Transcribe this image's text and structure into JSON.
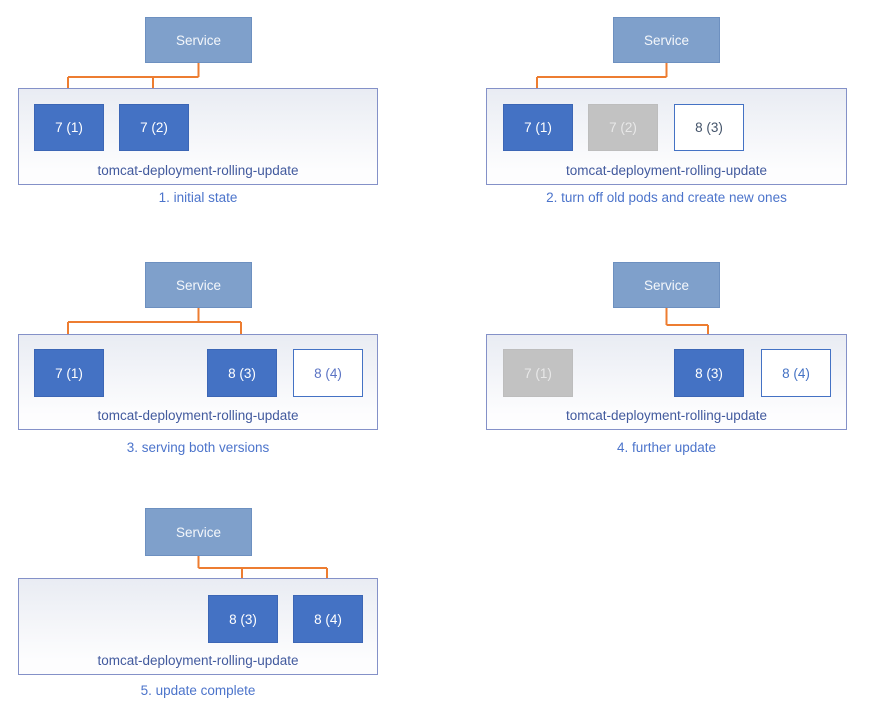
{
  "colors": {
    "service_fill": "#7FA0CB",
    "service_border": "#6D90C0",
    "pod_active_fill": "#4472C4",
    "pod_active_border": "#3C66B5",
    "pod_active_text": "#FFFFFF",
    "pod_stopped_fill": "#C2C2C2",
    "pod_stopped_border": "#BDBDBD",
    "pod_stopped_text": "#E8E8E8",
    "pod_new_fill": "#FFFFFF",
    "pod_new_border": "#4472C4",
    "pod_new_text": "#44546A",
    "arrow": "#ED7D31",
    "label_text": "#425A9E",
    "caption_text": "#4C74CB",
    "container_border": "#8491C8",
    "container_fill_top": "#E9ECF3",
    "container_fill_bottom": "#FDFDFE"
  },
  "panels": [
    {
      "service_label": "Service",
      "deployment_label": "tomcat-deployment-rolling-update",
      "caption": "1. initial state",
      "pods": [
        {
          "label": "7 (1)",
          "state": "active"
        },
        {
          "label": "7 (2)",
          "state": "active"
        }
      ],
      "arrows_to": [
        0,
        1
      ]
    },
    {
      "service_label": "Service",
      "deployment_label": "tomcat-deployment-rolling-update",
      "caption": "2. turn off old pods and create new ones",
      "pods": [
        {
          "label": "7 (1)",
          "state": "active"
        },
        {
          "label": "7 (2)",
          "state": "stopped"
        },
        {
          "label": "8 (3)",
          "state": "new",
          "text_color": "#44546A"
        }
      ],
      "arrows_to": [
        0
      ]
    },
    {
      "service_label": "Service",
      "deployment_label": "tomcat-deployment-rolling-update",
      "caption": "3. serving both versions",
      "pods": [
        {
          "label": "7 (1)",
          "state": "active"
        },
        {
          "label": "8 (3)",
          "state": "active"
        },
        {
          "label": "8 (4)",
          "state": "new",
          "text_color": "#5B74C4"
        }
      ],
      "arrows_to": [
        0,
        1
      ]
    },
    {
      "service_label": "Service",
      "deployment_label": "tomcat-deployment-rolling-update",
      "caption": "4. further update",
      "pods": [
        {
          "label": "7 (1)",
          "state": "stopped"
        },
        {
          "label": "8 (3)",
          "state": "active"
        },
        {
          "label": "8 (4)",
          "state": "new",
          "text_color": "#4472C4"
        }
      ],
      "arrows_to": [
        1
      ]
    },
    {
      "service_label": "Service",
      "deployment_label": "tomcat-deployment-rolling-update",
      "caption": "5. update complete",
      "pods": [
        {
          "label": "8 (3)",
          "state": "active"
        },
        {
          "label": "8 (4)",
          "state": "active"
        }
      ],
      "arrows_to": [
        0,
        1
      ]
    }
  ]
}
